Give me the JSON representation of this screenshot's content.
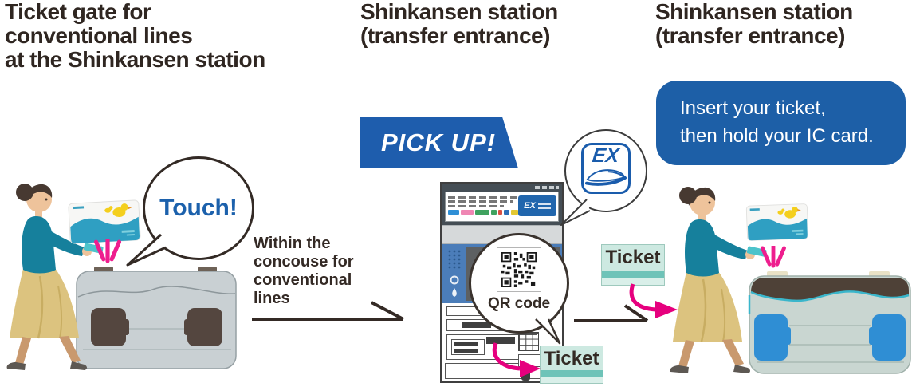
{
  "headings": {
    "left_lines": [
      "Ticket gate for",
      "conventional lines",
      "at the Shinkansen station"
    ],
    "middle_lines": [
      "Shinkansen station",
      "(transfer entrance)"
    ],
    "right_lines": [
      "Shinkansen station",
      "(transfer entrance)"
    ]
  },
  "left_scene": {
    "touch_label": "Touch!",
    "transition_lines": [
      "Within the",
      "concouse for",
      "conventional",
      "lines"
    ]
  },
  "middle_scene": {
    "pickup_label": "PICK UP!",
    "ex_logo_text": "EX",
    "machine_badge_text": "EX",
    "qr_caption": "QR code",
    "ticket_label": "Ticket"
  },
  "right_scene": {
    "instruction_lines": [
      "Insert your ticket,",
      "then hold your IC card."
    ],
    "ticket_label": "Ticket"
  },
  "colors": {
    "heading_text": "#2f2621",
    "accent_blue": "#1d5fa7",
    "accent_pink": "#e6007e",
    "ticket_mint": "#cde9e1",
    "ticket_stripe": "#6ec3b8",
    "outfit_teal": "#16809c",
    "skirt_tan": "#dcc37f",
    "gate_gray": "#c9d0d3",
    "gate_brown": "#54463f",
    "flap_blue": "#2f8ed4",
    "machine_blue": "#4b7db9"
  }
}
